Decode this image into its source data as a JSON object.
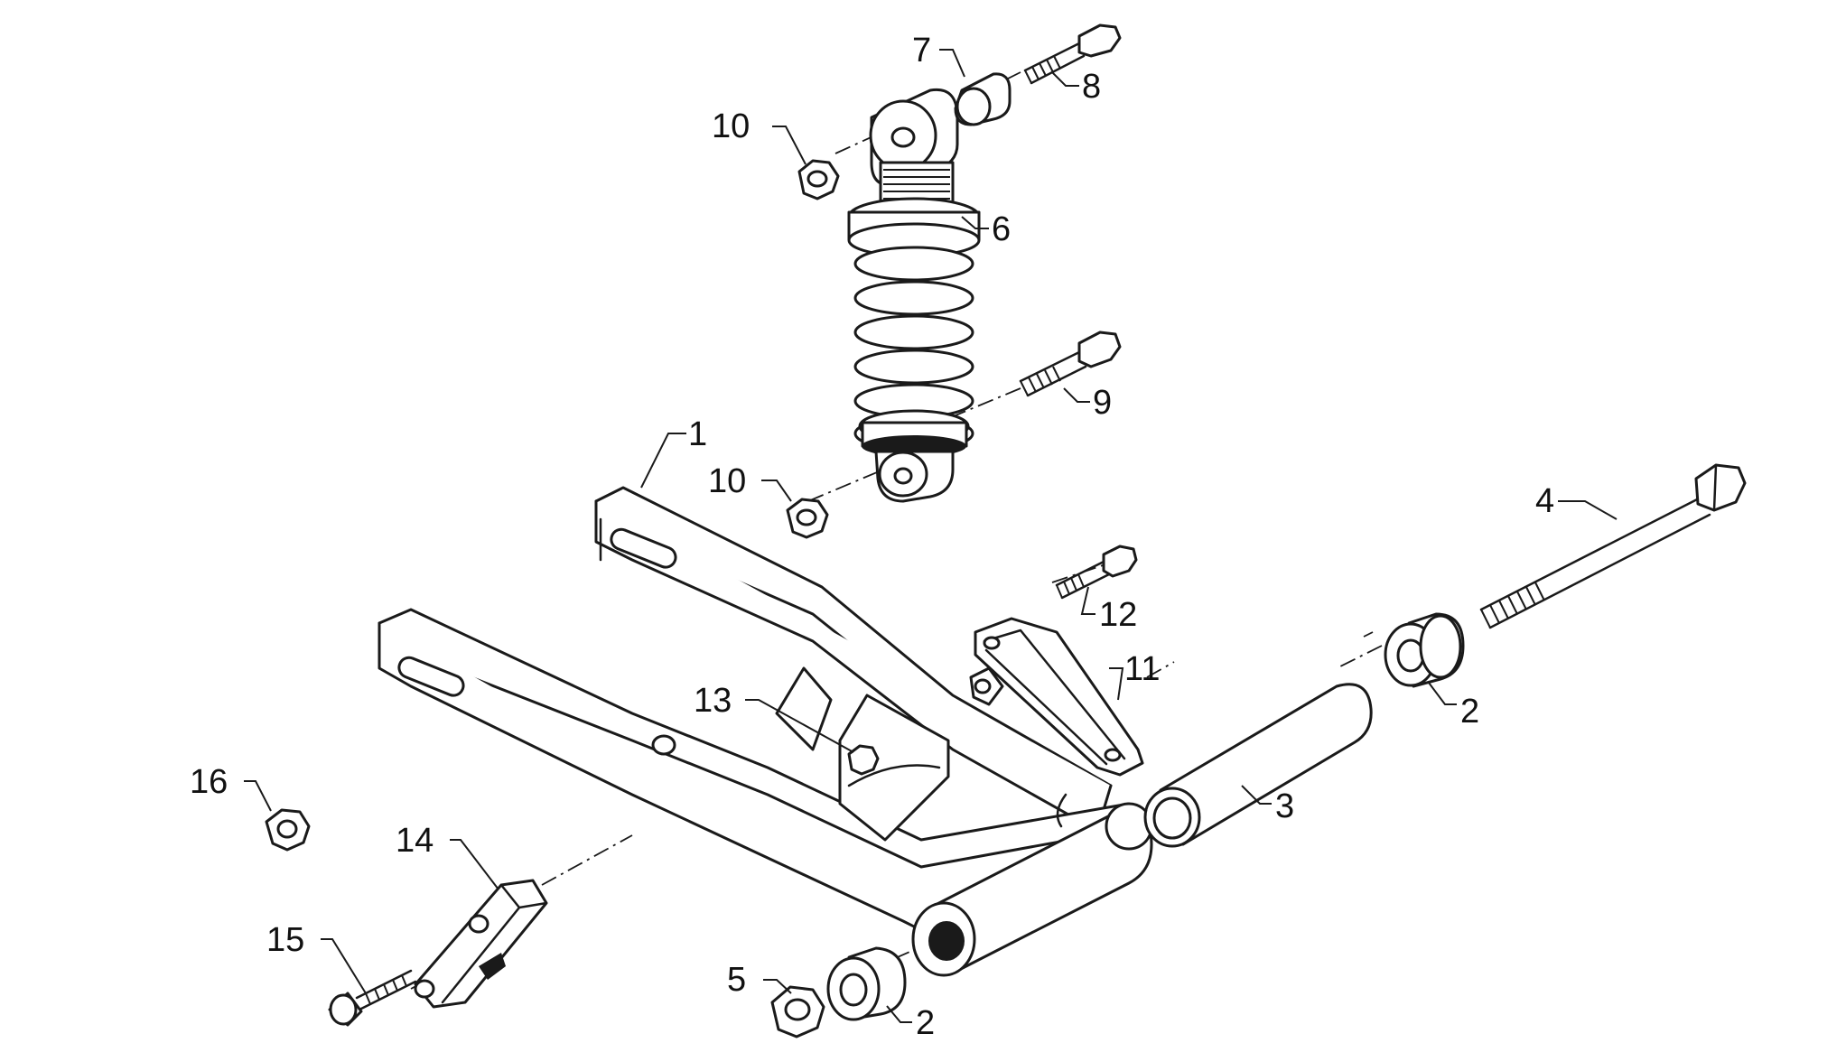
{
  "callouts": [
    {
      "id": "c1",
      "label": "1"
    },
    {
      "id": "c2a",
      "label": "2"
    },
    {
      "id": "c2b",
      "label": "2"
    },
    {
      "id": "c3",
      "label": "3"
    },
    {
      "id": "c4",
      "label": "4"
    },
    {
      "id": "c5",
      "label": "5"
    },
    {
      "id": "c6",
      "label": "6"
    },
    {
      "id": "c7",
      "label": "7"
    },
    {
      "id": "c8",
      "label": "8"
    },
    {
      "id": "c9",
      "label": "9"
    },
    {
      "id": "c10a",
      "label": "10"
    },
    {
      "id": "c10b",
      "label": "10"
    },
    {
      "id": "c11",
      "label": "11"
    },
    {
      "id": "c12",
      "label": "12"
    },
    {
      "id": "c13",
      "label": "13"
    },
    {
      "id": "c14",
      "label": "14"
    },
    {
      "id": "c15",
      "label": "15"
    },
    {
      "id": "c16",
      "label": "16"
    }
  ]
}
